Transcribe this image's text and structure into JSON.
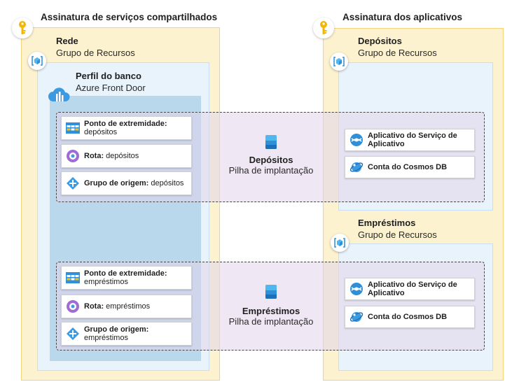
{
  "shared_subscription": {
    "title": "Assinatura de serviços compartilhados"
  },
  "apps_subscription": {
    "title": "Assinatura dos aplicativos"
  },
  "network_rg": {
    "name": "Rede",
    "type": "Grupo de Recursos"
  },
  "front_door": {
    "name": "Perfil do banco",
    "type": "Azure Front Door"
  },
  "deposits_rg": {
    "name": "Depósitos",
    "type": "Grupo de Recursos"
  },
  "loans_rg": {
    "name": "Empréstimos",
    "type": "Grupo de Recursos"
  },
  "deposits_stack": {
    "name": "Depósitos",
    "type": "Pilha de implantação",
    "front_door_items": [
      {
        "label": "Ponto de extremidade:",
        "value": "depósitos"
      },
      {
        "label": "Rota:",
        "value": "depósitos"
      },
      {
        "label": "Grupo de origem:",
        "value": "depósitos"
      }
    ],
    "app_items": [
      {
        "line1": "Aplicativo do Serviço de",
        "line2": "Aplicativo"
      },
      {
        "line1": "Conta do Cosmos DB"
      }
    ]
  },
  "loans_stack": {
    "name": "Empréstimos",
    "type": "Pilha de implantação",
    "front_door_items": [
      {
        "label": "Ponto de extremidade:",
        "value": "empréstimos"
      },
      {
        "label": "Rota:",
        "value": "empréstimos"
      },
      {
        "label": "Grupo de origem:",
        "value": "empréstimos"
      }
    ],
    "app_items": [
      {
        "line1": "Aplicativo do Serviço de",
        "line2": "Aplicativo"
      },
      {
        "line1": "Conta do Cosmos DB"
      }
    ]
  },
  "colors": {
    "subscription_fill": "#fdf2cf",
    "subscription_border": "#f2d57a",
    "resource_group_fill": "#e8f3fb",
    "front_door_fill": "#b9d8ec",
    "stack_band": "#e2d6eb"
  },
  "icons": {
    "subscription": "key-icon",
    "resource_group": "resource-group-icon",
    "front_door": "cloud-icon",
    "endpoint": "endpoint-icon",
    "route": "route-icon",
    "origin_group": "origin-group-icon",
    "stack": "deployment-stack-icon",
    "app_service": "app-service-icon",
    "cosmos": "cosmos-db-icon"
  }
}
